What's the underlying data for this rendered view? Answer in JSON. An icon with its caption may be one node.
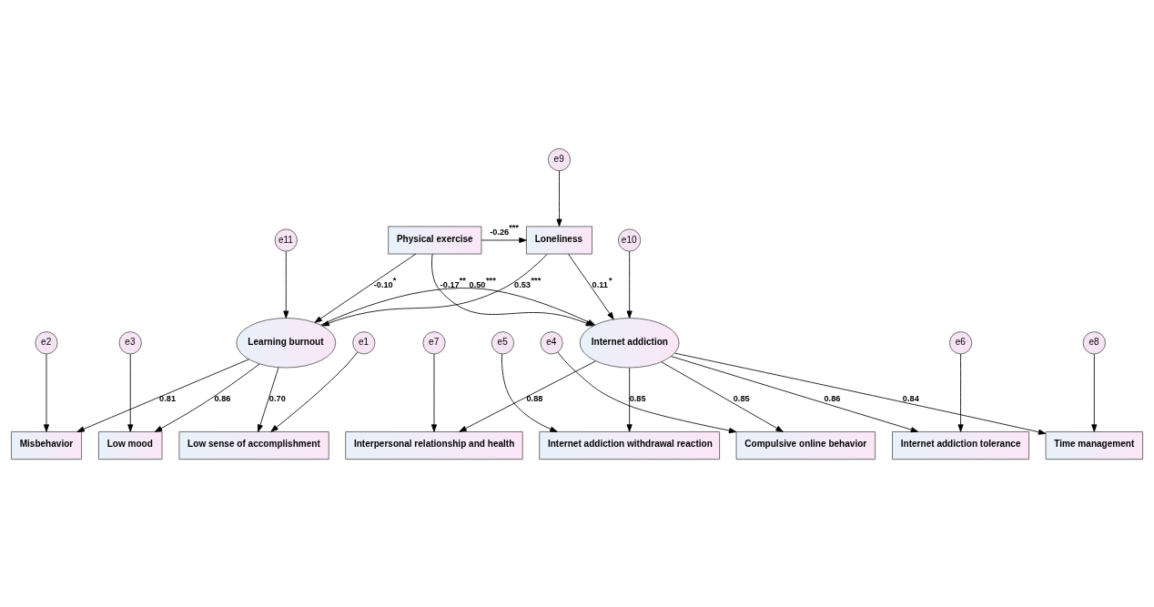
{
  "diagram": {
    "nodes": [
      {
        "text": [
          "e9"
        ]
      },
      {
        "text": [
          "Physical exercise"
        ]
      },
      {
        "text": [
          "Loneliness"
        ]
      },
      {
        "text": [
          "Compulsive online behavior"
        ]
      },
      {
        "text": [
          "e4"
        ]
      },
      {
        "text": [
          "e3"
        ]
      },
      {
        "text": [
          "Low mood"
        ]
      },
      {
        "text": [
          "Internet addiction withdrawal reaction"
        ]
      },
      {
        "text": [
          "e5"
        ]
      },
      {
        "text": [
          "e2"
        ]
      },
      {
        "text": [
          "Misbehavior"
        ]
      },
      {
        "text": [
          "Learning burnout"
        ]
      },
      {
        "text": [
          "Internet addiction"
        ]
      },
      {
        "text": [
          "Internet addiction tolerance"
        ]
      },
      {
        "text": [
          "e6"
        ]
      },
      {
        "text": [
          "Interpersonal relationship and health"
        ]
      },
      {
        "text": [
          "e7"
        ]
      },
      {
        "text": [
          "e11"
        ]
      },
      {
        "text": [
          "e10"
        ]
      },
      {
        "text": [
          "e1"
        ]
      },
      {
        "text": [
          "Low sense of accomplishment"
        ]
      },
      {
        "text": [
          "Time management"
        ]
      },
      {
        "text": [
          "e8"
        ]
      }
    ],
    "edges": [
      {
        "from": 0,
        "to": 2,
        "arrow": "to"
      },
      {
        "from": 1,
        "to": 2,
        "arrow": "to",
        "label": "-0.26$^{***}$"
      },
      {
        "from": 1,
        "to": 11,
        "arrow": "to",
        "label": "-0.10$^{*}$"
      },
      {
        "from": 1,
        "to": 12,
        "arrow": "to",
        "label": "-0.17$^{**}$"
      },
      {
        "from": 2,
        "to": 11,
        "arrow": "to",
        "label": "0.53$^{***}$"
      },
      {
        "from": 2,
        "to": 12,
        "arrow": "to",
        "label": "0.11$^{*}$"
      },
      {
        "from": 11,
        "to": 12,
        "arrow": "to",
        "label": "0.50$^{***}$"
      },
      {
        "from": 17,
        "to": 11,
        "arrow": "to"
      },
      {
        "from": 18,
        "to": 12,
        "arrow": "to"
      },
      {
        "from": 11,
        "to": 6,
        "arrow": "to",
        "label": "0.86"
      },
      {
        "from": 11,
        "to": 10,
        "arrow": "to",
        "label": "0.81"
      },
      {
        "from": 11,
        "to": 20,
        "arrow": "to",
        "label": "0.70"
      },
      {
        "from": 5,
        "to": 6,
        "arrow": "to"
      },
      {
        "from": 9,
        "to": 10,
        "arrow": "to"
      },
      {
        "from": 19,
        "to": 20,
        "arrow": "to"
      },
      {
        "from": 12,
        "to": 3,
        "arrow": "to",
        "label": "0.85"
      },
      {
        "from": 12,
        "to": 7,
        "arrow": "to",
        "label": "0.85"
      },
      {
        "from": 12,
        "to": 13,
        "arrow": "to",
        "label": "0.86"
      },
      {
        "from": 12,
        "to": 15,
        "arrow": "to",
        "label": "0.88"
      },
      {
        "from": 12,
        "to": 21,
        "arrow": "to",
        "label": "0.84"
      },
      {
        "from": 4,
        "to": 3,
        "arrow": "to"
      },
      {
        "from": 8,
        "to": 7,
        "arrow": "to"
      },
      {
        "from": 14,
        "to": 13,
        "arrow": "to"
      },
      {
        "from": 16,
        "to": 15,
        "arrow": "to"
      },
      {
        "from": 22,
        "to": 21,
        "arrow": "to"
      }
    ]
  }
}
